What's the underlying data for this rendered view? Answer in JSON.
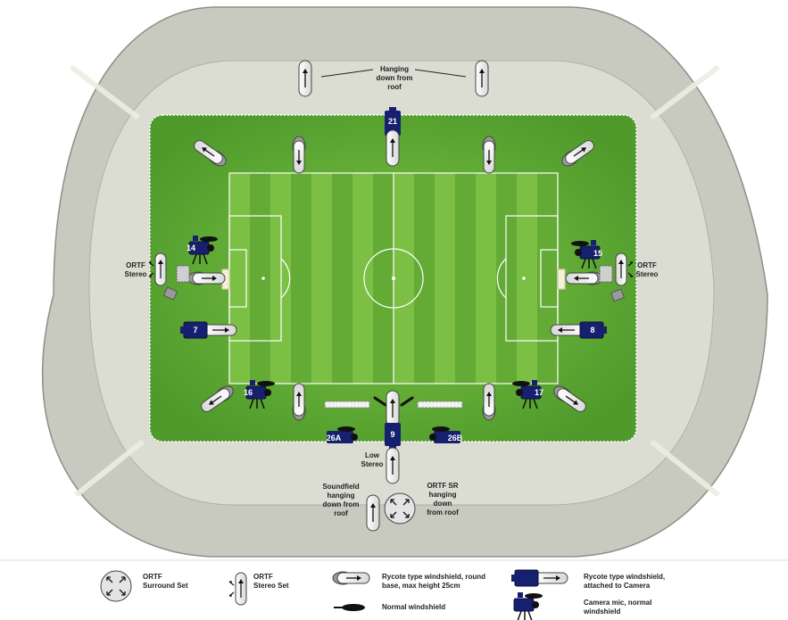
{
  "labels": {
    "hanging_roof": [
      "Hanging",
      "down from",
      "roof"
    ],
    "ortf_stereo_left": [
      "ORTF",
      "Stereo"
    ],
    "ortf_stereo_right": [
      "ORTF",
      "Stereo"
    ],
    "low_stereo": [
      "Low",
      "Stereo"
    ],
    "soundfield": [
      "Soundfield",
      "hanging",
      "down from",
      "roof"
    ],
    "ortf_sr": [
      "ORTF SR",
      "hanging",
      "down",
      "from roof"
    ]
  },
  "cameras": {
    "c21": "21",
    "c14": "14",
    "c15": "15",
    "c7": "7",
    "c8": "8",
    "c16": "16",
    "c17": "17",
    "c9": "9",
    "c26a": "26A",
    "c26b": "26B"
  },
  "legend": {
    "ortf_surround": [
      "ORTF",
      "Surround Set"
    ],
    "ortf_stereo_set": [
      "ORTF",
      "Stereo Set"
    ],
    "rycote_round": [
      "Rycote type windshield, round",
      "base, max height 25cm"
    ],
    "normal_windshield": "Normal windshield",
    "rycote_camera": [
      "Rycote type windshield,",
      "attached to Camera"
    ],
    "camera_mic": [
      "Camera mic, normal",
      "windshield"
    ]
  },
  "colors": {
    "stand_outer": "#c8c9bf",
    "stand_inner": "#dcddd2",
    "grass_outer": "#5aa630",
    "pitch_light": "#7cbf45",
    "pitch_dark": "#63ab35",
    "camera_blue": "#16206e"
  }
}
